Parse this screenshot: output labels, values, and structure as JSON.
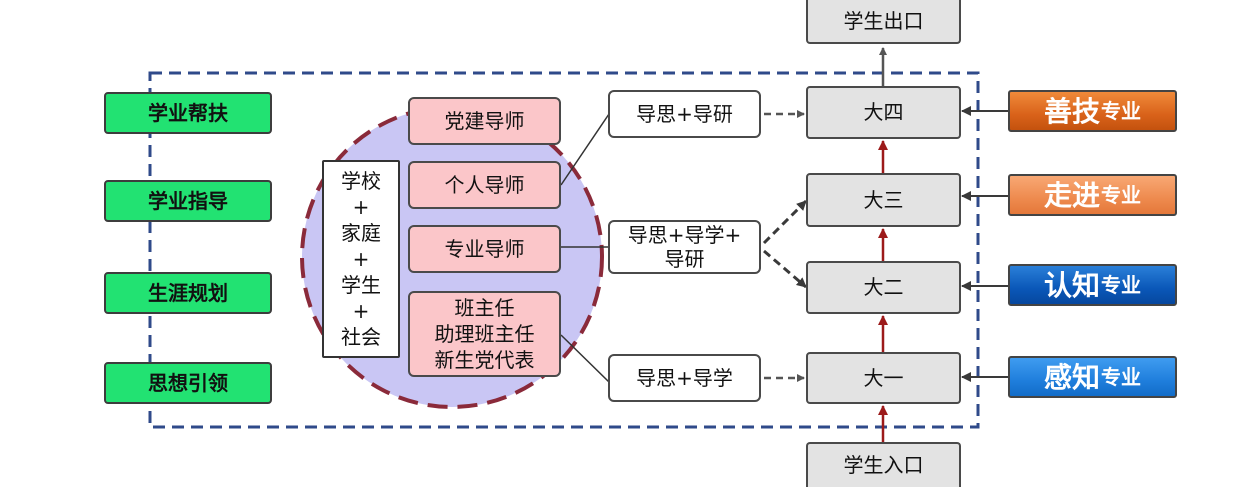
{
  "left_items": [
    "学业帮扶",
    "学业指导",
    "生涯规划",
    "思想引领"
  ],
  "stack_items": [
    "学校",
    "+",
    "家庭",
    "+",
    "学生",
    "+",
    "社会"
  ],
  "mentors": {
    "party": "党建导师",
    "personal": "个人导师",
    "major": "专业导师",
    "class_lines": [
      "班主任",
      "助理班主任",
      "新生党代表"
    ]
  },
  "guidance": {
    "top": "导思+导研",
    "middle_lines": [
      "导思+导学+",
      "导研"
    ],
    "bottom": "导思+导学"
  },
  "years": {
    "y4": "大四",
    "y3": "大三",
    "y2": "大二",
    "y1": "大一"
  },
  "exit_label": "学生出口",
  "entry_label": "学生入口",
  "majors": [
    {
      "big": "善技",
      "small": "专业",
      "color": "#d9621a"
    },
    {
      "big": "走进",
      "small": "专业",
      "color": "#ee8a4e"
    },
    {
      "big": "认知",
      "small": "专业",
      "color": "#0a57b8"
    },
    {
      "big": "感知",
      "small": "专业",
      "color": "#1f7edc"
    }
  ],
  "colors": {
    "frame": "#2f4a8a",
    "circle_fill": "#c9c6f4",
    "circle_border": "#8a2a3a",
    "up_arrow": "#9c1a1a",
    "green": "#22e272"
  }
}
